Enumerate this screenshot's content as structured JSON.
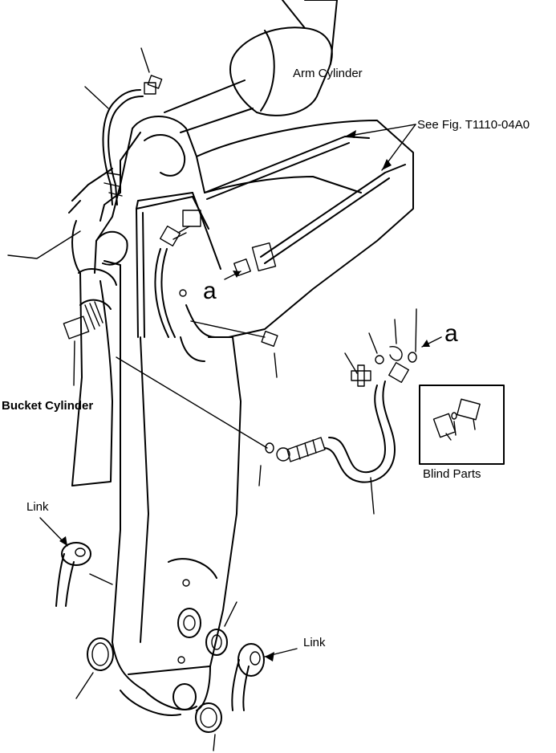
{
  "labels": {
    "arm_cylinder": "Arm Cylinder",
    "see_fig": "See Fig. T1110-04A0",
    "bucket_cylinder": "Bucket Cylinder",
    "link_left": "Link",
    "link_right": "Link",
    "blind_parts": "Blind Parts",
    "ref_a_left": "a",
    "ref_a_right": "a"
  }
}
